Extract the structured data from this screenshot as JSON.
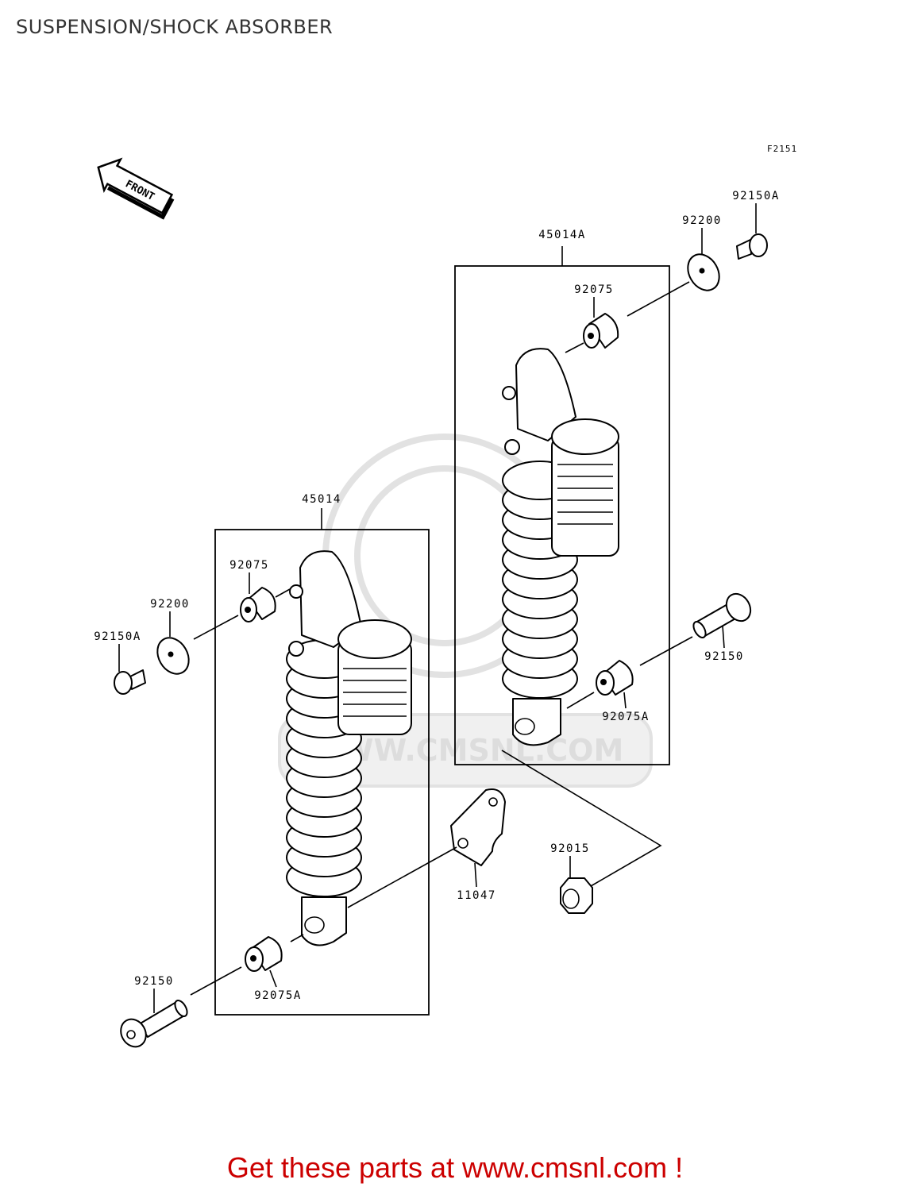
{
  "page": {
    "title": "SUSPENSION/SHOCK ABSORBER"
  },
  "diagram": {
    "figure_code": "F2151",
    "front_label": "FRONT",
    "watermark_text": "WWW.CMSNL.COM",
    "parts": {
      "shock_left": "45014",
      "shock_right": "45014A",
      "bushing_top_left": "92075",
      "bushing_top_right": "92075",
      "bushing_bottom_left": "92075A",
      "bushing_bottom_right": "92075A",
      "washer_left": "92200",
      "washer_right": "92200",
      "bolt_small_left": "92150A",
      "bolt_small_right": "92150A",
      "bolt_long_left": "92150",
      "bolt_long_right": "92150",
      "bracket": "11047",
      "nut": "92015"
    }
  },
  "footer": {
    "cta": "Get these parts at www.cmsnl.com !",
    "color": "#cc0000"
  }
}
